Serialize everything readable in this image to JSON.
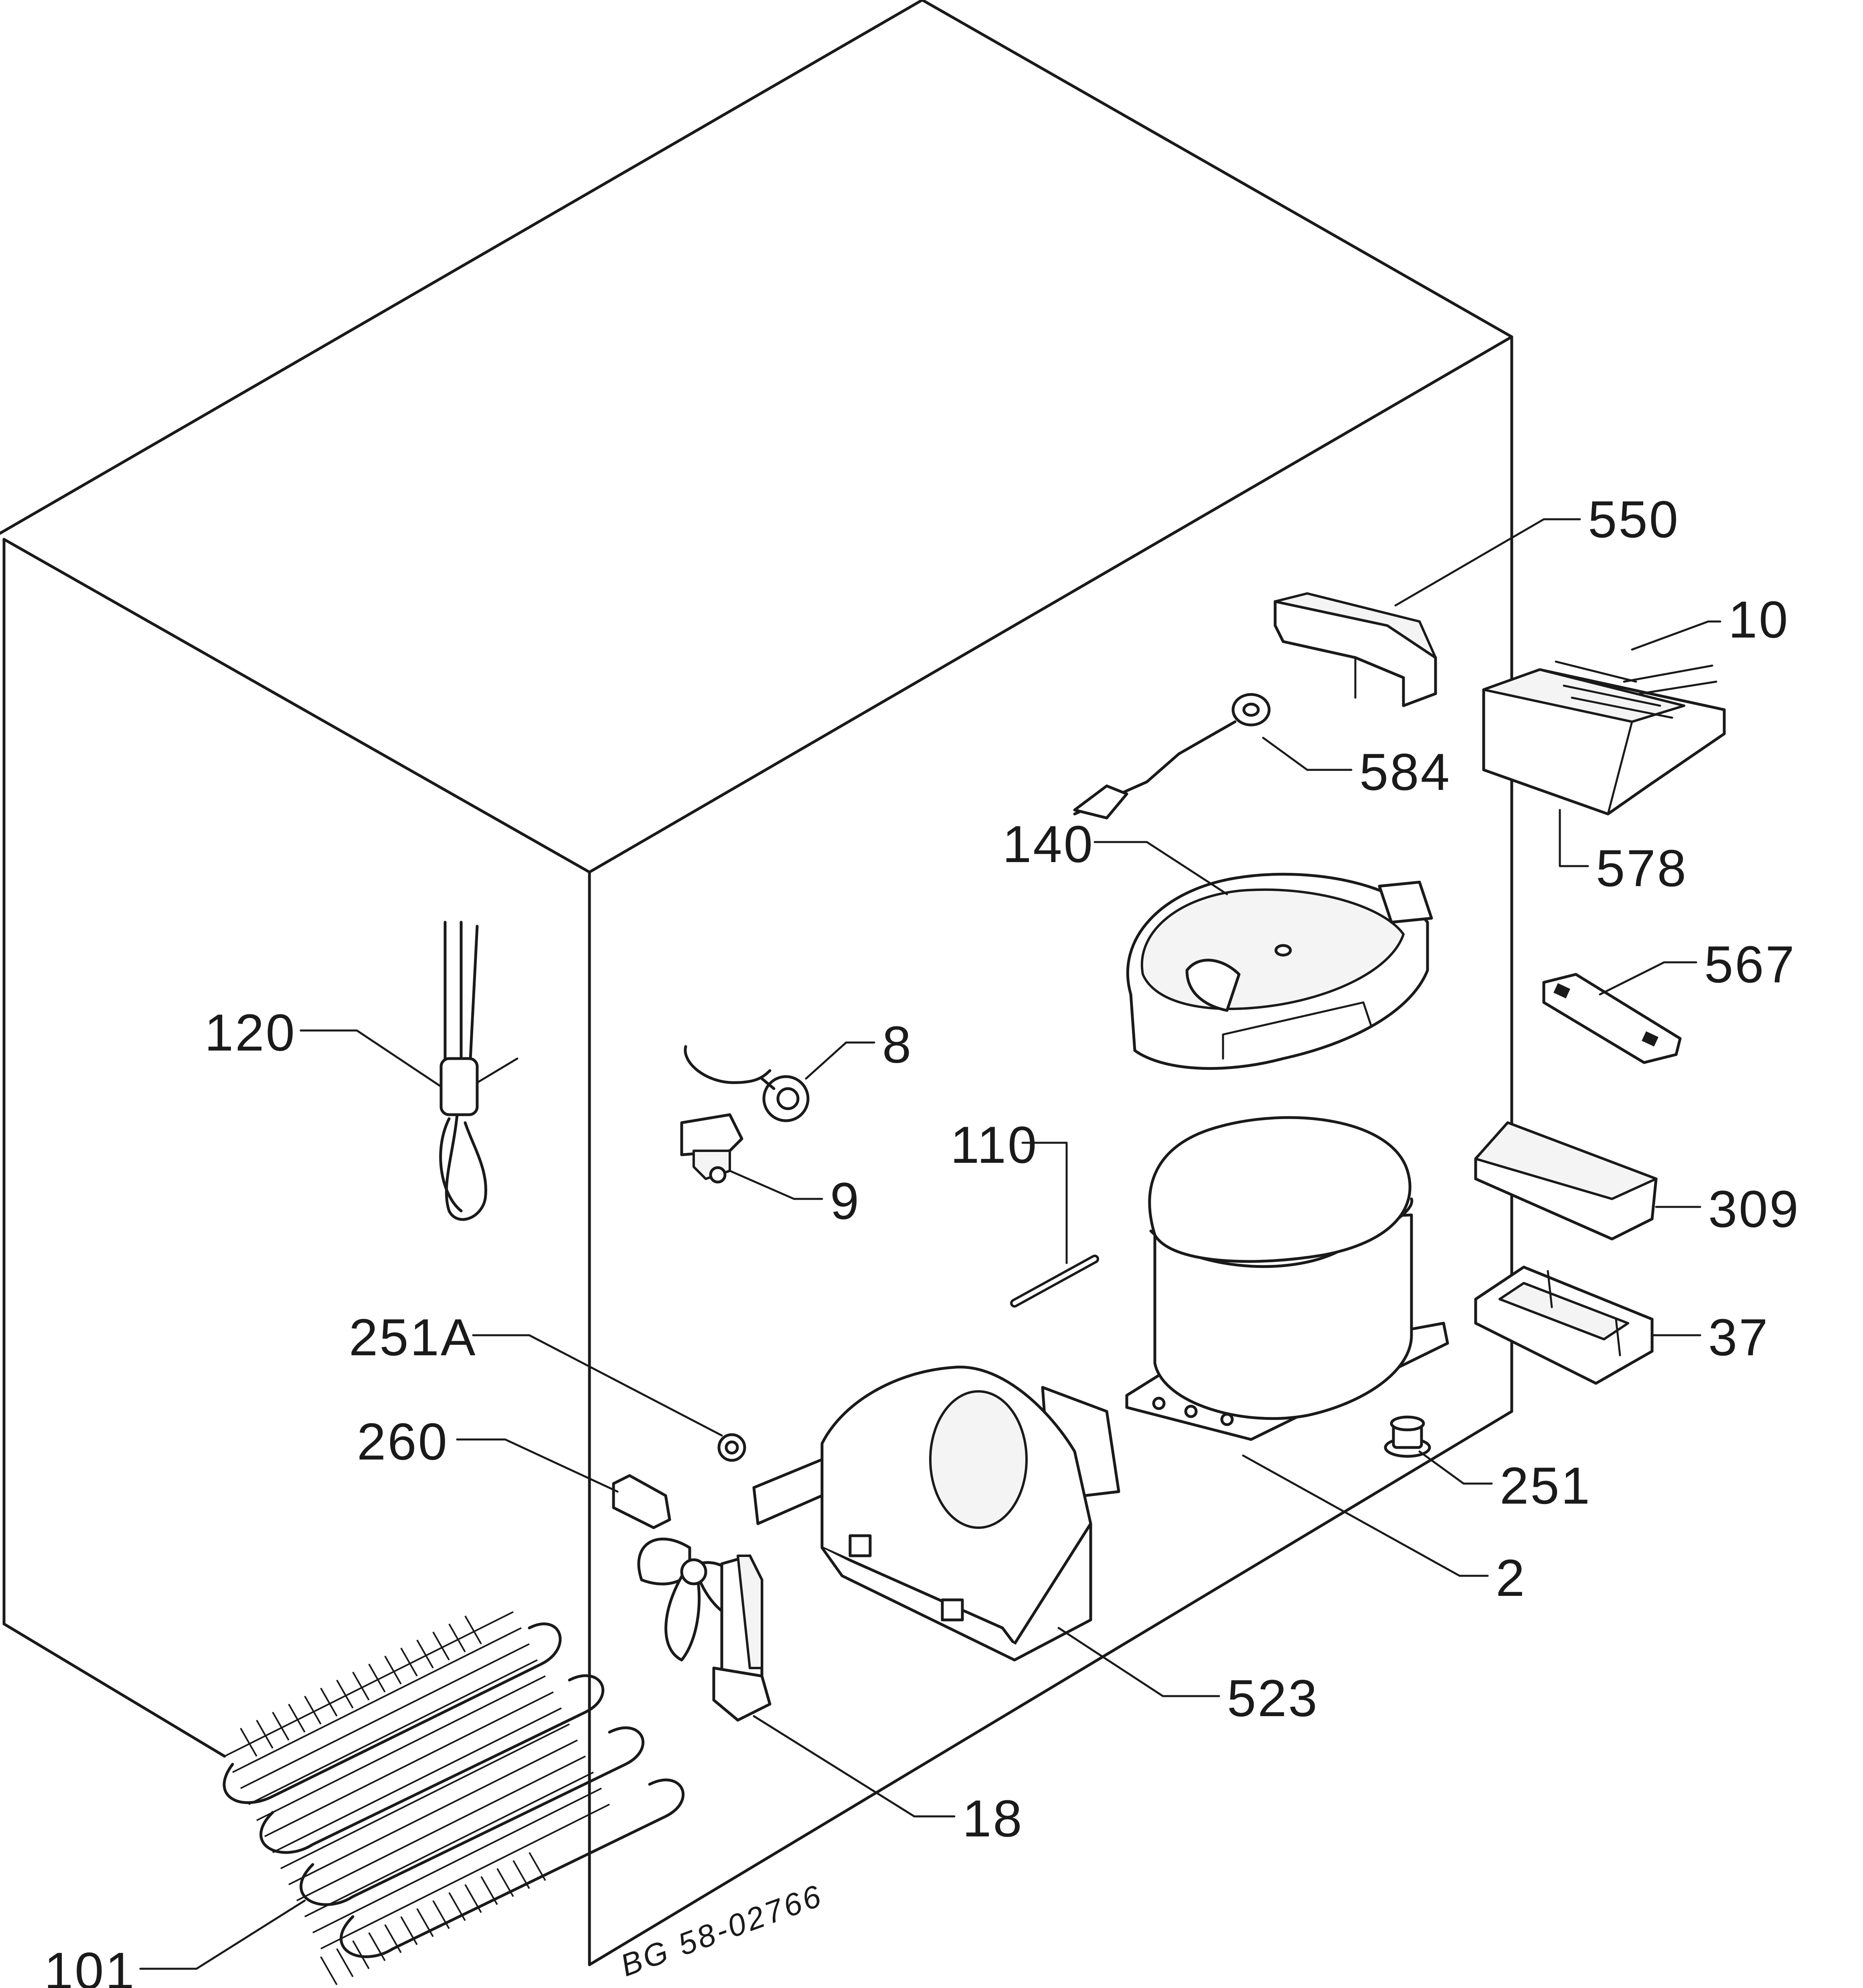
{
  "drawing_code": "BG 58-02766",
  "callouts": [
    {
      "id": "c550",
      "label": "550"
    },
    {
      "id": "c10",
      "label": "10"
    },
    {
      "id": "c584",
      "label": "584"
    },
    {
      "id": "c578",
      "label": "578"
    },
    {
      "id": "c140",
      "label": "140"
    },
    {
      "id": "c567",
      "label": "567"
    },
    {
      "id": "c120",
      "label": "120"
    },
    {
      "id": "c8",
      "label": "8"
    },
    {
      "id": "c110",
      "label": "110"
    },
    {
      "id": "c9",
      "label": "9"
    },
    {
      "id": "c309",
      "label": "309"
    },
    {
      "id": "c251A",
      "label": "251A"
    },
    {
      "id": "c37",
      "label": "37"
    },
    {
      "id": "c260",
      "label": "260"
    },
    {
      "id": "c251",
      "label": "251"
    },
    {
      "id": "c2",
      "label": "2"
    },
    {
      "id": "c523",
      "label": "523"
    },
    {
      "id": "c18",
      "label": "18"
    },
    {
      "id": "c101",
      "label": "101"
    }
  ]
}
